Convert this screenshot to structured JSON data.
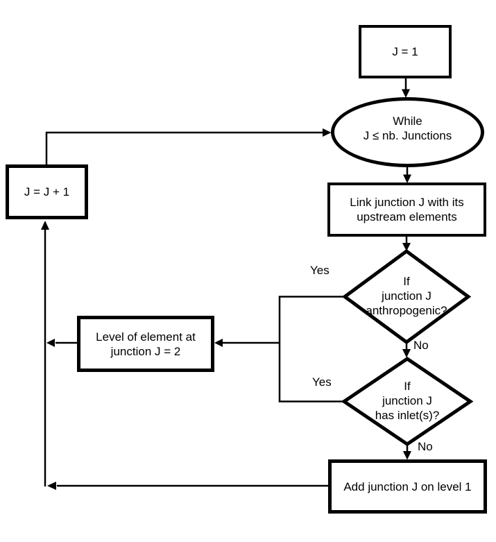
{
  "flowchart": {
    "colors": {
      "stroke": "#000000",
      "background": "#ffffff",
      "text": "#000000"
    },
    "nodes": {
      "init": {
        "type": "process",
        "label": "J = 1"
      },
      "while_loop": {
        "type": "loop",
        "lines": [
          "While",
          "J ≤ nb. Junctions"
        ]
      },
      "link_upstream": {
        "type": "process",
        "lines": [
          "Link junction J with its",
          "upstream elements"
        ]
      },
      "if_anthropogenic": {
        "type": "decision",
        "lines": [
          "If",
          "junction J",
          "anthropogenic?"
        ]
      },
      "if_inlets": {
        "type": "decision",
        "lines": [
          "If",
          "junction J",
          "has inlet(s)?"
        ]
      },
      "set_level2": {
        "type": "process",
        "lines": [
          "Level of element at",
          "junction J = 2"
        ]
      },
      "increment": {
        "type": "process",
        "label": "J = J + 1"
      },
      "add_level1": {
        "type": "process",
        "label": "Add junction J on level 1"
      }
    },
    "edge_labels": {
      "anthropogenic_yes": "Yes",
      "anthropogenic_no": "No",
      "inlets_yes": "Yes",
      "inlets_no": "No"
    }
  }
}
